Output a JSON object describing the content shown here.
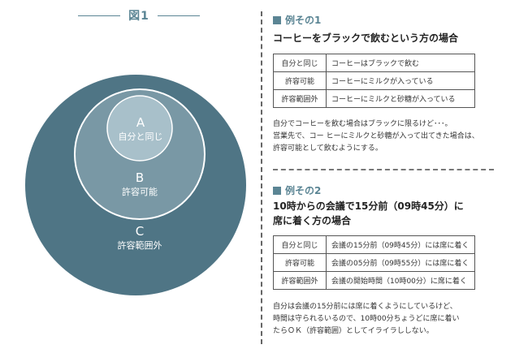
{
  "figure": {
    "title": "図1",
    "circles": [
      {
        "letter": "C",
        "label": "許容範囲外"
      },
      {
        "letter": "B",
        "label": "許容可能"
      },
      {
        "letter": "A",
        "label": "自分と同じ"
      }
    ],
    "colors": {
      "outer": "#4f7585",
      "middle": "#7998a5",
      "inner": "#a8c0ca",
      "accent": "#5b8594"
    }
  },
  "example1": {
    "heading": "例その1",
    "title": "コーヒーをブラックで飲むという方の場合",
    "rows": [
      {
        "key": "自分と同じ",
        "value": "コーヒーはブラックで飲む"
      },
      {
        "key": "許容可能",
        "value": "コーヒーにミルクが入っている"
      },
      {
        "key": "許容範囲外",
        "value": "コーヒーにミルクと砂糖が入っている"
      }
    ],
    "body": [
      "自分でコーヒーを飲む場合はブラックに限るけど･･･。",
      "営業先で、コー ヒーにミルクと砂糖が入って出てきた場合は、",
      "許容可能として飲むようにする。"
    ]
  },
  "example2": {
    "heading": "例その2",
    "title": [
      "10時からの会議で15分前（09時45分）に",
      "席に着く方の場合"
    ],
    "rows": [
      {
        "key": "自分と同じ",
        "value": "会議の15分前（09時45分）には席に着く"
      },
      {
        "key": "許容可能",
        "value": "会議の05分前（09時55分）には席に着く"
      },
      {
        "key": "許容範囲外",
        "value": "会議の開始時間（10時00分）に席に着く"
      }
    ],
    "body": [
      "自分は会議の15分前には席に着くようにしているけど、",
      "時間は守られるいるので、10時00分ちょうどに席に着い",
      "たらＯＫ（許容範囲）としてイライラししない。"
    ]
  }
}
